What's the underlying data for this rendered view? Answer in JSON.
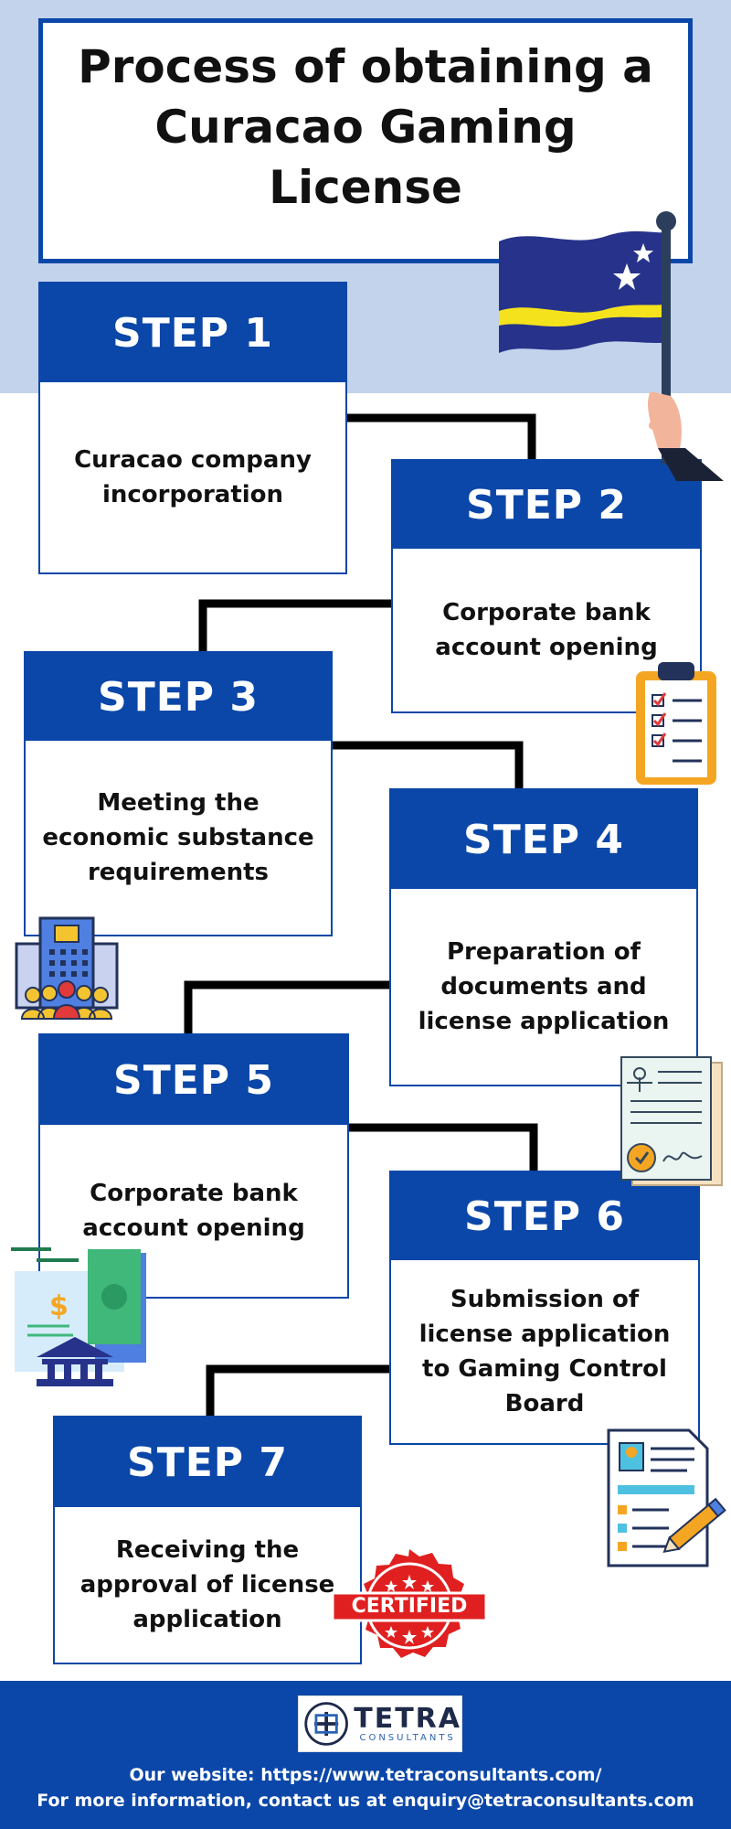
{
  "header": {
    "title_line1": "Process of obtaining a",
    "title_line2": "Curacao Gaming License"
  },
  "steps": [
    {
      "label": "STEP 1",
      "lines": [
        "Curacao company",
        "incorporation"
      ]
    },
    {
      "label": "STEP 2",
      "lines": [
        "Corporate bank",
        "account opening"
      ]
    },
    {
      "label": "STEP 3",
      "lines": [
        "Meeting the",
        "economic substance",
        "requirements"
      ]
    },
    {
      "label": "STEP 4",
      "lines": [
        "Preparation of",
        "documents and",
        "license application"
      ]
    },
    {
      "label": "STEP 5",
      "lines": [
        "Corporate bank",
        "account opening"
      ]
    },
    {
      "label": "STEP 6",
      "lines": [
        "Submission of",
        "license application",
        "to Gaming Control",
        "Board"
      ]
    },
    {
      "label": "STEP 7",
      "lines": [
        "Receiving the",
        "approval of license",
        "application"
      ]
    }
  ],
  "badge": {
    "text": "CERTIFIED"
  },
  "footer": {
    "logo_name": "TETRA",
    "logo_sub": "CONSULTANTS",
    "website": "Our website: https://www.tetraconsultants.com/",
    "contact": "For more information, contact us at enquiry@tetraconsultants.com"
  },
  "colors": {
    "brand_blue": "#0b47a8",
    "light_blue_bg": "#c3d3ec",
    "flag_yellow": "#f4e21c",
    "seal_red": "#e02020"
  },
  "icons": [
    "curacao-flag-icon",
    "checklist-clipboard-icon",
    "office-building-people-icon",
    "legal-document-icon",
    "bank-money-icon",
    "resume-document-pen-icon",
    "certified-seal-icon",
    "tetra-logo-icon"
  ]
}
